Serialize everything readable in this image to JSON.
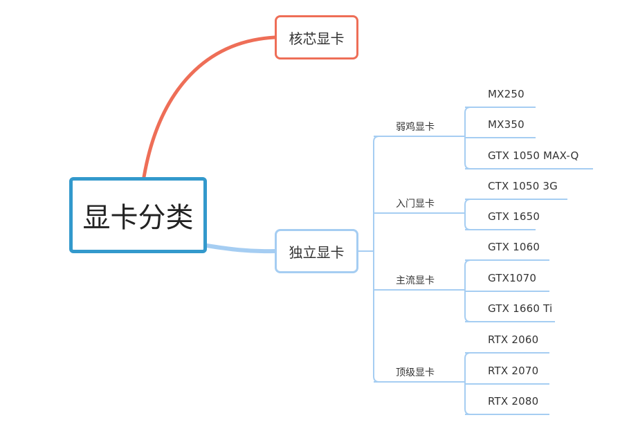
{
  "root": {
    "label": "显卡分类"
  },
  "branches": {
    "core": {
      "label": "核芯显卡",
      "color": "#ee6e57"
    },
    "discrete": {
      "label": "独立显卡",
      "color": "#a5cdf2"
    }
  },
  "categories": [
    {
      "label": "弱鸡显卡",
      "items": [
        "MX250",
        "MX350",
        "GTX 1050 MAX-Q"
      ]
    },
    {
      "label": "入门显卡",
      "items": [
        "CTX 1050 3G",
        "GTX 1650"
      ]
    },
    {
      "label": "主流显卡",
      "items": [
        "GTX 1060",
        "GTX1070",
        "GTX 1660 Ti"
      ]
    },
    {
      "label": "顶级显卡",
      "items": [
        "RTX 2060",
        "RTX 2070",
        "RTX 2080"
      ]
    }
  ],
  "colors": {
    "root_border": "#3399cc",
    "line": "#a5cdf2",
    "core_line": "#ee6e57"
  }
}
